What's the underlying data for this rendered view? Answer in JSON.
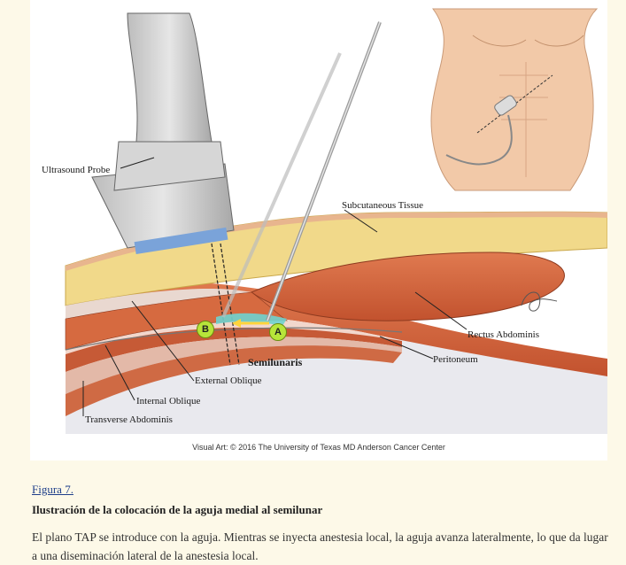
{
  "figure": {
    "labels": {
      "probe": "Ultrasound Probe",
      "subcutaneous": "Subcutaneous Tissue",
      "rectus": "Rectus Abdominis",
      "peritoneum": "Peritoneum",
      "semilunaris": "Semilunaris",
      "external_oblique": "External Oblique",
      "internal_oblique": "Internal Oblique",
      "transverse": "Transverse Abdominis",
      "point_a": "A",
      "point_b": "B"
    },
    "credit": "Visual Art: © 2016 The University of Texas MD Anderson Cancer Center"
  },
  "caption": {
    "link": "Figura 7.",
    "title": "Ilustración de la colocación de la aguja medial al semilunar",
    "text": "El plano TAP se introduce con la aguja. Mientras se inyecta anestesia local, la aguja avanza lateralmente, lo que da lugar a una diseminación lateral de la anestesia local."
  }
}
